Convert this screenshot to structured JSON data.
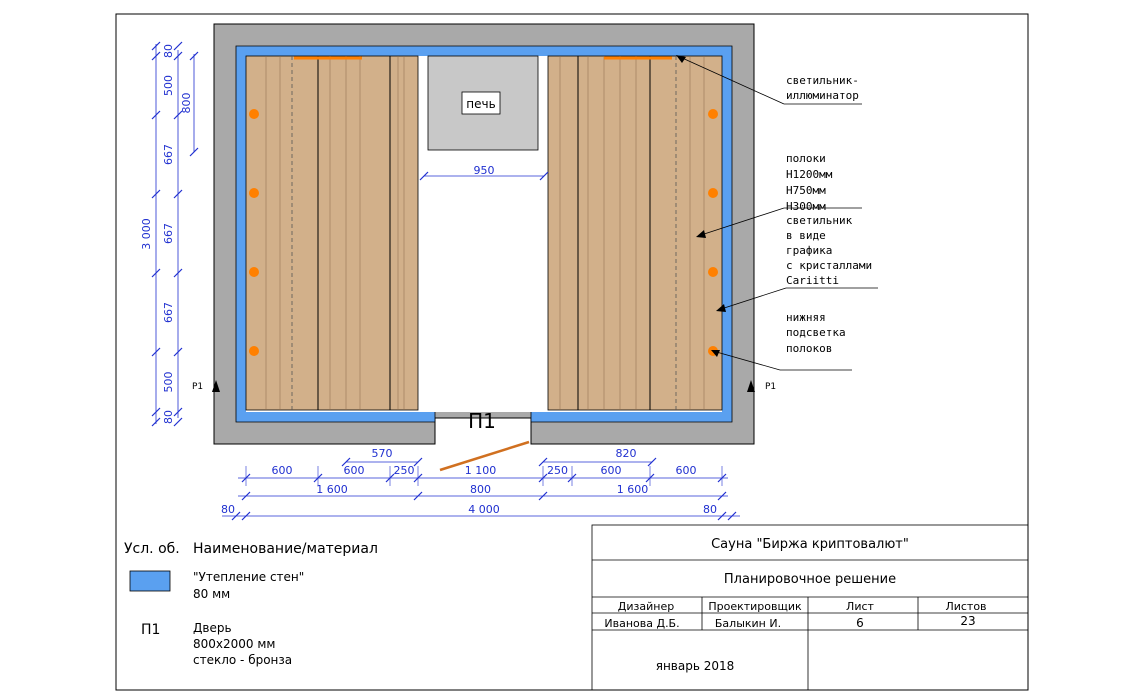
{
  "plan": {
    "room_label": "П1",
    "stove_label": "печь",
    "section_marker": "Р1"
  },
  "dimensions": {
    "top_width": "950",
    "left_total": "3 000",
    "left_segments": [
      "80",
      "500",
      "667",
      "667",
      "667",
      "500",
      "80"
    ],
    "left_inner": "800",
    "bottom_row1": [
      "570",
      "820"
    ],
    "bottom_row2": [
      "600",
      "600",
      "250",
      "1 100",
      "250",
      "600",
      "600"
    ],
    "bottom_row3": [
      "1 600",
      "800",
      "1 600"
    ],
    "bottom_row4": [
      "80",
      "4 000",
      "80"
    ]
  },
  "notes": {
    "illuminator": [
      "светильник-",
      "иллюминатор"
    ],
    "shelves": [
      "полоки",
      "Н1200мм",
      "Н750мм",
      "Н300мм"
    ],
    "graphic_lamp": [
      "светильник",
      "в виде",
      "графика",
      "с кристаллами",
      "Cariitti"
    ],
    "backlight": [
      "нижняя",
      "подсветка",
      "полоков"
    ]
  },
  "legend": {
    "header_symbol": "Усл. об.",
    "header_name": "Наименование/материал",
    "items": [
      {
        "symbol": "",
        "swatch_color": "#5aa0f0",
        "lines": [
          "\"Утепление стен\"",
          "80 мм"
        ]
      },
      {
        "symbol": "П1",
        "swatch_color": "",
        "lines": [
          "Дверь",
          "800х2000 мм",
          "стекло - бронза"
        ]
      }
    ]
  },
  "title_block": {
    "project": "Сауна \"Биржа криптовалют\"",
    "sheet_title": "Планировочное решение",
    "col_headers": [
      "Дизайнер",
      "Проектировщик",
      "Лист",
      "Листов"
    ],
    "col_values": [
      "Иванова Д.Б.",
      "Балыкин И.",
      "6",
      "23"
    ],
    "date": "январь 2018"
  },
  "colors": {
    "wall": "#a9a9a9",
    "insulation": "#5aa0f0",
    "wood": "#d2b08a",
    "lamp": "#ff8000",
    "dimension": "#2030d0"
  }
}
